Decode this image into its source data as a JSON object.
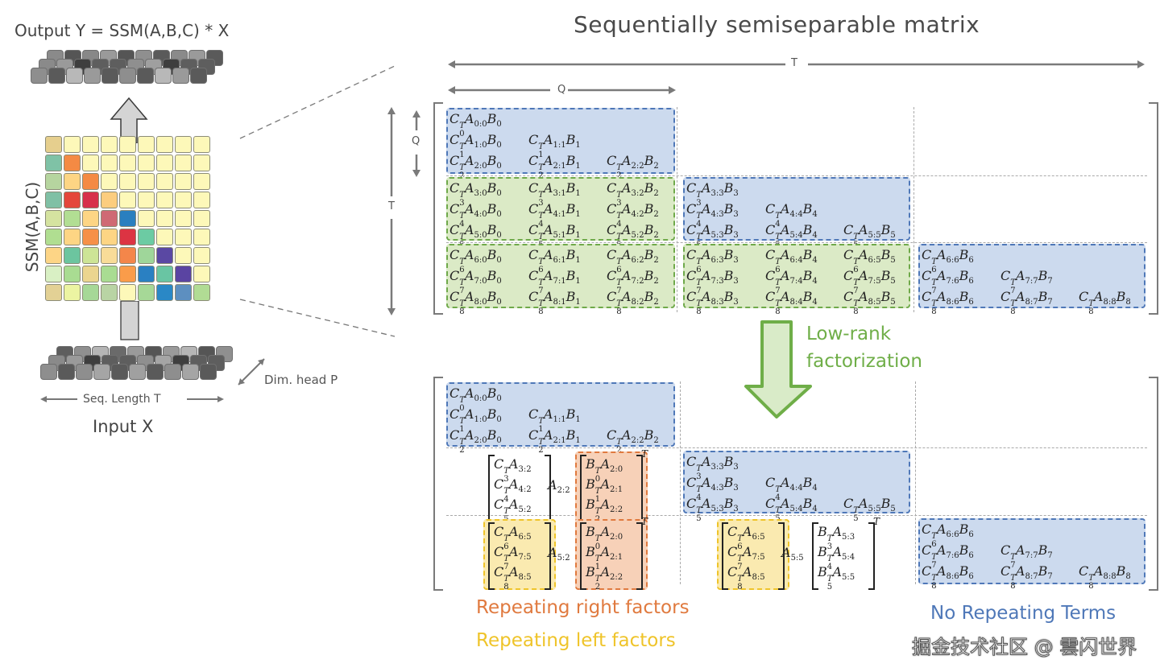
{
  "left_panel": {
    "output_label": "Output Y = SSM(A,B,C) * X",
    "ssm_label": "SSM(A,B,C)",
    "input_label": "Input X",
    "seq_length_label": "Seq. Length T",
    "dim_head_label": "Dim. head P",
    "heatmap": {
      "rows": 9,
      "cols": 9,
      "colors": [
        [
          "#e6cf8e",
          "#fdf8b9",
          "#fdf8b9",
          "#fdf8b9",
          "#fdf8b9",
          "#fdf8b9",
          "#fdf8b9",
          "#fdf8b9",
          "#fdf8b9"
        ],
        [
          "#7fc2a6",
          "#f48a44",
          "#fdf8b9",
          "#fdf8b9",
          "#fdf8b9",
          "#fdf8b9",
          "#fdf8b9",
          "#fdf8b9",
          "#fdf8b9"
        ],
        [
          "#b6d59f",
          "#fdd584",
          "#f48a44",
          "#fdf8b9",
          "#fdf8b9",
          "#fdf8b9",
          "#fdf8b9",
          "#fdf8b9",
          "#fdf8b9"
        ],
        [
          "#80c0a5",
          "#e4473b",
          "#d7314a",
          "#fccd7f",
          "#fdf8b9",
          "#fdf8b9",
          "#fdf8b9",
          "#fdf8b9",
          "#fdf8b9"
        ],
        [
          "#d5e3a0",
          "#b2de93",
          "#fdd584",
          "#cf6a74",
          "#2a7fbf",
          "#fdf8b9",
          "#fdf8b9",
          "#fdf8b9",
          "#fdf8b9"
        ],
        [
          "#b0de91",
          "#fdd584",
          "#f69047",
          "#fdd584",
          "#dc3443",
          "#6ccba3",
          "#fdf8b9",
          "#fdf8b9",
          "#fdf8b9"
        ],
        [
          "#fdd586",
          "#6cc59f",
          "#cde496",
          "#f8dc98",
          "#f4864a",
          "#9fd69a",
          "#5a48a3",
          "#fdf8b9",
          "#fdf8b9"
        ],
        [
          "#d9f0c4",
          "#a9dc92",
          "#ebd58f",
          "#a9dc92",
          "#fa9c4a",
          "#2a80c2",
          "#69c5a3",
          "#5a44a2",
          "#fdf8b9"
        ],
        [
          "#e3d195",
          "#ecf4a2",
          "#a6d897",
          "#b9d4a4",
          "#fdf8b9",
          "#a6d897",
          "#2a88c6",
          "#5d8fc0",
          "#b1dc94"
        ]
      ]
    },
    "output_tiles_shades": [
      [
        "#8a8a8a",
        "#555",
        "#888",
        "#9a9a9a",
        "#555",
        "#8f8f8f",
        "#5a5a5a",
        "#8a8a8a",
        "#9a9a9a",
        "#5a5a5a"
      ],
      [
        "#8a8a8a",
        "#9a9a9a",
        "#3e3e3e",
        "#5e5e5e",
        "#5e5e5e",
        "#8f8f8f",
        "#9f9f9f",
        "#3e3e3e",
        "#5e5e5e",
        "#5e5e5e"
      ],
      [
        "#8e8e8e",
        "#5a5a5a",
        "#b8b8b8",
        "#9a9a9a",
        "#5a5a5a",
        "#8e8e8e",
        "#5a5a5a",
        "#b8b8b8",
        "#9a9a9a",
        "#5a5a5a"
      ]
    ],
    "input_tiles_shades": [
      [
        "#5e5e5e",
        "#8f8f8f",
        "#b5b5b5",
        "#6a6a6a",
        "#9a9a9a",
        "#555",
        "#9a9a9a",
        "#b5b5b5",
        "#555",
        "#8f8f8f"
      ],
      [
        "#8a8a8a",
        "#9a9a9a",
        "#3e3e3e",
        "#5e5e5e",
        "#5e5e5e",
        "#8f8f8f",
        "#a5a5a5",
        "#3e3e3e",
        "#5e5e5e",
        "#5e5e5e"
      ],
      [
        "#8e8e8e",
        "#5a5a5a",
        "#8e8e8e",
        "#a5a5a5",
        "#5a5a5a",
        "#a0a0a0",
        "#5a5a5a",
        "#8e8e8e",
        "#a5a5a5",
        "#5a5a5a"
      ]
    ]
  },
  "right_panel": {
    "title": "Sequentially semiseparable matrix",
    "dim_T_label": "T",
    "dim_Q_label": "Q",
    "low_rank_label_line1": "Low-rank",
    "low_rank_label_line2": "factorization",
    "legend": {
      "right_factors": "Repeating right factors",
      "left_factors": "Repeating left factors",
      "no_repeating": "No Repeating Terms"
    },
    "colors": {
      "blue": "#4f78b8",
      "green": "#6fa94a",
      "orange": "#e07a3f",
      "yellow": "#efc42a"
    },
    "top_matrix": {
      "blocks": [
        {
          "color": "blue",
          "row": 0,
          "col": 0,
          "terms": [
            [
              "C_0^T A_{0:0} B_0"
            ],
            [
              "C_1^T A_{1:0} B_0",
              "C_1^T A_{1:1} B_1"
            ],
            [
              "C_2^T A_{2:0} B_0",
              "C_2^T A_{2:1} B_1",
              "C_2^T A_{2:2} B_2"
            ]
          ]
        },
        {
          "color": "green",
          "row": 1,
          "col": 0,
          "terms": [
            [
              "C_3^T A_{3:0} B_0",
              "C_3^T A_{3:1} B_1",
              "C_3^T A_{3:2} B_2"
            ],
            [
              "C_4^T A_{4:0} B_0",
              "C_4^T A_{4:1} B_1",
              "C_4^T A_{4:2} B_2"
            ],
            [
              "C_5^T A_{5:0} B_0",
              "C_5^T A_{5:1} B_1",
              "C_5^T A_{5:2} B_2"
            ]
          ]
        },
        {
          "color": "blue",
          "row": 1,
          "col": 1,
          "terms": [
            [
              "C_3^T A_{3:3} B_3"
            ],
            [
              "C_4^T A_{4:3} B_3",
              "C_4^T A_{4:4} B_4"
            ],
            [
              "C_5^T A_{5:3} B_3",
              "C_5^T A_{5:4} B_4",
              "C_5^T A_{5:5} B_5"
            ]
          ]
        },
        {
          "color": "green",
          "row": 2,
          "col": 0,
          "terms": [
            [
              "C_6^T A_{6:0} B_0",
              "C_6^T A_{6:1} B_1",
              "C_6^T A_{6:2} B_2"
            ],
            [
              "C_7^T A_{7:0} B_0",
              "C_7^T A_{7:1} B_1",
              "C_7^T A_{7:2} B_2"
            ],
            [
              "C_8^T A_{8:0} B_0",
              "C_8^T A_{8:1} B_1",
              "C_8^T A_{8:2} B_2"
            ]
          ]
        },
        {
          "color": "green",
          "row": 2,
          "col": 1,
          "terms": [
            [
              "C_6^T A_{6:3} B_3",
              "C_6^T A_{6:4} B_4",
              "C_6^T A_{6:5} B_5"
            ],
            [
              "C_7^T A_{7:3} B_3",
              "C_7^T A_{7:4} B_4",
              "C_7^T A_{7:5} B_5"
            ],
            [
              "C_8^T A_{8:3} B_3",
              "C_8^T A_{8:4} B_4",
              "C_8^T A_{8:5} B_5"
            ]
          ]
        },
        {
          "color": "blue",
          "row": 2,
          "col": 2,
          "terms": [
            [
              "C_6^T A_{6:6} B_6"
            ],
            [
              "C_7^T A_{7:6} B_6",
              "C_7^T A_{7:7} B_7"
            ],
            [
              "C_8^T A_{8:6} B_6",
              "C_8^T A_{8:7} B_7",
              "C_8^T A_{8:8} B_8"
            ]
          ]
        }
      ]
    },
    "bottom_matrix": {
      "diag_blocks": [
        {
          "row": 0,
          "col": 0,
          "terms": [
            [
              "C_0^T A_{0:0} B_0"
            ],
            [
              "C_1^T A_{1:0} B_0",
              "C_1^T A_{1:1} B_1"
            ],
            [
              "C_2^T A_{2:0} B_0",
              "C_2^T A_{2:1} B_1",
              "C_2^T A_{2:2} B_2"
            ]
          ]
        },
        {
          "row": 1,
          "col": 1,
          "terms": [
            [
              "C_3^T A_{3:3} B_3"
            ],
            [
              "C_4^T A_{4:3} B_3",
              "C_4^T A_{4:4} B_4"
            ],
            [
              "C_5^T A_{5:3} B_3",
              "C_5^T A_{5:4} B_4",
              "C_5^T A_{5:5} B_5"
            ]
          ]
        },
        {
          "row": 2,
          "col": 2,
          "terms": [
            [
              "C_6^T A_{6:6} B_6"
            ],
            [
              "C_7^T A_{7:6} B_6",
              "C_7^T A_{7:7} B_7"
            ],
            [
              "C_8^T A_{8:6} B_6",
              "C_8^T A_{8:7} B_7",
              "C_8^T A_{8:8} B_8"
            ]
          ]
        }
      ],
      "factor_blocks": [
        {
          "row": 1,
          "col": 0,
          "left": [
            "C_3^T A_{3:2}",
            "C_4^T A_{4:2}",
            "C_5^T A_{5:2}"
          ],
          "left_color": "none",
          "middle": "A_{2:2}",
          "right": [
            "B_0^T A_{2:0}",
            "B_1^T A_{2:1}",
            "B_2^T A_{2:2}"
          ],
          "right_color": "orange"
        },
        {
          "row": 2,
          "col": 0,
          "left": [
            "C_6^T A_{6:5}",
            "C_7^T A_{7:5}",
            "C_8^T A_{8:5}"
          ],
          "left_color": "yellow",
          "middle": "A_{5:2}",
          "right": [
            "B_0^T A_{2:0}",
            "B_1^T A_{2:1}",
            "B_2^T A_{2:2}"
          ],
          "right_color": "orange"
        },
        {
          "row": 2,
          "col": 1,
          "left": [
            "C_6^T A_{6:5}",
            "C_7^T A_{7:5}",
            "C_8^T A_{8:5}"
          ],
          "left_color": "yellow",
          "middle": "A_{5:5}",
          "right": [
            "B_3^T A_{5:3}",
            "B_4^T A_{5:4}",
            "B_5^T A_{5:5}"
          ],
          "right_color": "none"
        }
      ]
    }
  },
  "watermark": "掘金技术社区 @ 雲闪世界"
}
